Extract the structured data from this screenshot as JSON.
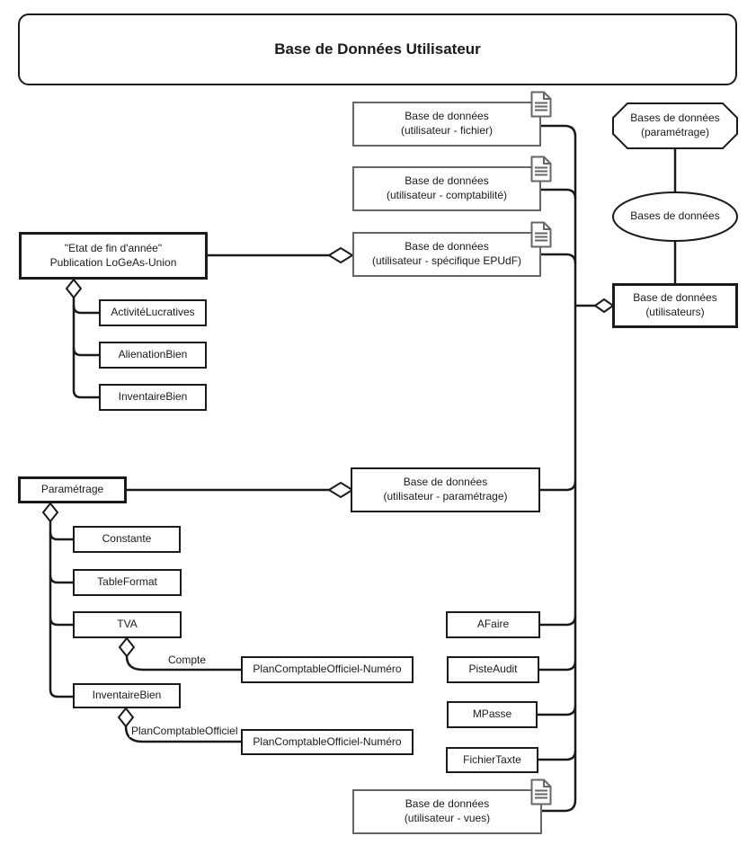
{
  "title": "Base de Données Utilisateur",
  "colors": {
    "line": "#1a1a1a",
    "border_dark": "#1a1a1a",
    "border_gray": "#666666",
    "background": "#ffffff",
    "text": "#1a1a1a"
  },
  "nodes": {
    "db_fichier": {
      "line1": "Base de données",
      "line2": "(utilisateur - fichier)"
    },
    "db_comptabilite": {
      "line1": "Base de données",
      "line2": "(utilisateur - comptabilité)"
    },
    "db_epudf": {
      "line1": "Base de données",
      "line2": "(utilisateur - spécifique EPUdF)"
    },
    "db_parametrage": {
      "line1": "Base de données",
      "line2": "(utilisateur - paramétrage)"
    },
    "db_vues": {
      "line1": "Base de données",
      "line2": "(utilisateur - vues)"
    },
    "octagon_parametrage": {
      "line1": "Bases de données",
      "line2": "(paramétrage)"
    },
    "ellipse_bases": {
      "label": "Bases de données"
    },
    "db_utilisateurs": {
      "line1": "Base de données",
      "line2": "(utilisateurs)"
    },
    "etat": {
      "line1": "\"Etat de fin d'année\"",
      "line2": "Publication LoGeAs-Union"
    },
    "activite_lucratives": {
      "label": "ActivitéLucratives"
    },
    "alienation_bien": {
      "label": "AlienationBien"
    },
    "inventaire_bien_etat": {
      "label": "InventaireBien"
    },
    "parametrage": {
      "label": "Paramétrage"
    },
    "constante": {
      "label": "Constante"
    },
    "table_format": {
      "label": "TableFormat"
    },
    "tva": {
      "label": "TVA"
    },
    "inventaire_bien_param": {
      "label": "InventaireBien"
    },
    "afaire": {
      "label": "AFaire"
    },
    "piste_audit": {
      "label": "PisteAudit"
    },
    "mpasse": {
      "label": "MPasse"
    },
    "fichier_taxte": {
      "label": "FichierTaxte"
    },
    "pco_numero_1": {
      "label": "PlanComptableOfficiel-Numéro"
    },
    "pco_numero_2": {
      "label": "PlanComptableOfficiel-Numéro"
    }
  },
  "edge_labels": {
    "compte": "Compte",
    "plan_comptable_officiel": "PlanComptableOfficiel"
  }
}
